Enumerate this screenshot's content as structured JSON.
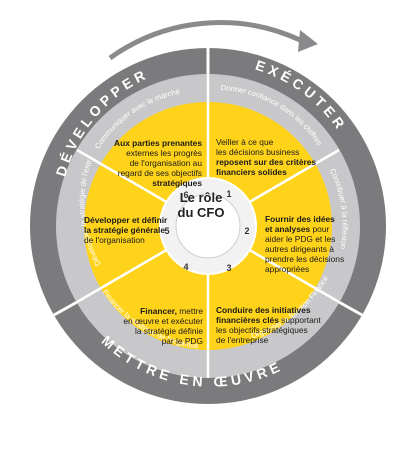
{
  "colors": {
    "outer_ring": "#7b7b7d",
    "middle_ring": "#c8c8ca",
    "inner_disc": "#ffd31a",
    "number_ring": "#f2f2f2",
    "center": "#ffffff",
    "ring_text_light": "#ffffff",
    "ring_text_dark": "#ffffff",
    "arrow": "#8a8a8c"
  },
  "center": {
    "title_line1": "Le rôle",
    "title_line2": "du CFO"
  },
  "outer_ring": {
    "top_left": "DÉVELOPPER",
    "top_right": "EXÉCUTER",
    "bottom": "METTRE EN ŒUVRE"
  },
  "middle_ring": {
    "top_left": "Communiquer avec le marché",
    "top_right": "Donner confiance dans les chiffres",
    "right": "Contribuer à la réflexion",
    "bottom_right": "Organiser la fonction Finance",
    "bottom_left": "Financer la stratégie de l'organisation",
    "left": "Développer la stratégie de l'entreprise"
  },
  "numbers": [
    "1",
    "2",
    "3",
    "4",
    "5",
    "6"
  ],
  "segments": {
    "s1": {
      "bold": "reposent sur des critères\nfinanciers solides",
      "pre": "Veiller à ce que\nles décisions business\n"
    },
    "s2": {
      "bold": "Fournir des idées\net analyses",
      "post": " pour\naider le PDG et les\nautres dirigeants à\nprendre les décisions\nappropriées"
    },
    "s3": {
      "bold": "Conduire des initiatives\nfinancières clés",
      "post": " supportant\nles objectifs stratégiques\nde l'entreprise"
    },
    "s4": {
      "bold": "Financer,",
      "post": " mettre\nen œuvre et exécuter\nla stratégie définie\npar le PDG"
    },
    "s5": {
      "bold": "Développer et définir\nla stratégie générale",
      "post": "\nde l'organisation"
    },
    "s6": {
      "bold_pre": "Aux parties prenantes",
      "mid": "\nexternes les progrès\nde l'organisation au\nregard de ses objectifs\n",
      "bold_post": "stratégiques"
    }
  }
}
